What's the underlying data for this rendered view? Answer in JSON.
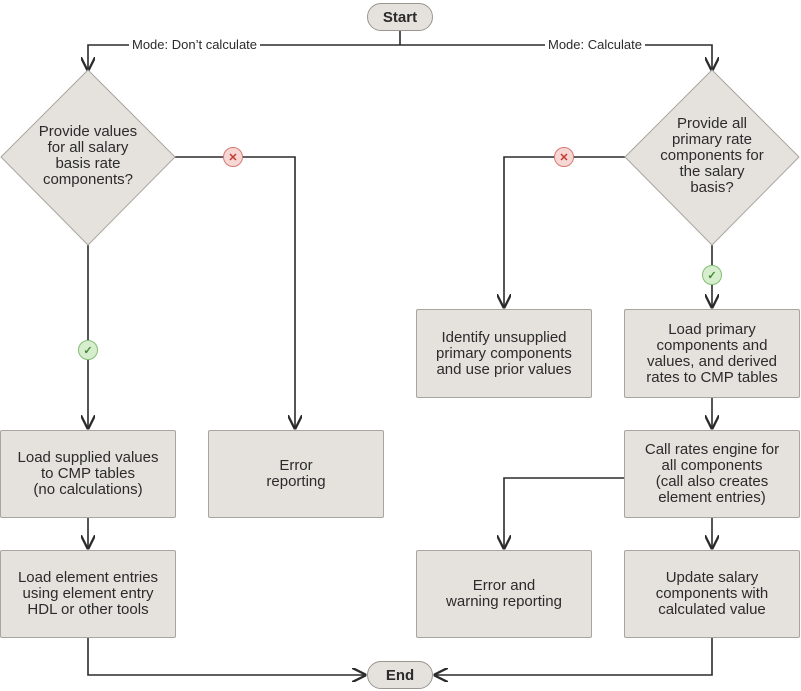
{
  "flow": {
    "start": "Start",
    "end": "End",
    "branch_left_label": "Mode: Don’t calculate",
    "branch_right_label": "Mode: Calculate",
    "decision_left": "Provide values\nfor all salary\nbasis rate\ncomponents?",
    "decision_right": "Provide all\nprimary rate\ncomponents for\nthe salary\nbasis?",
    "load_supplied": "Load supplied values\nto CMP tables\n(no calculations)",
    "error_reporting": "Error\nreporting",
    "load_element_entries": "Load element entries\nusing element entry\nHDL or other tools",
    "identify_unsupplied": "Identify unsupplied\nprimary components\nand use prior values",
    "load_primary": "Load primary\ncomponents and\nvalues, and derived\nrates to CMP tables",
    "call_rates_engine": "Call rates engine for\nall components\n(call also creates\nelement entries)",
    "error_warning_reporting": "Error and\nwarning reporting",
    "update_salary": "Update salary\ncomponents with\ncalculated value"
  },
  "icons": {
    "yes": "check-icon",
    "no": "x-icon",
    "yes_color": "#3f8a30",
    "no_color": "#c23b32"
  }
}
